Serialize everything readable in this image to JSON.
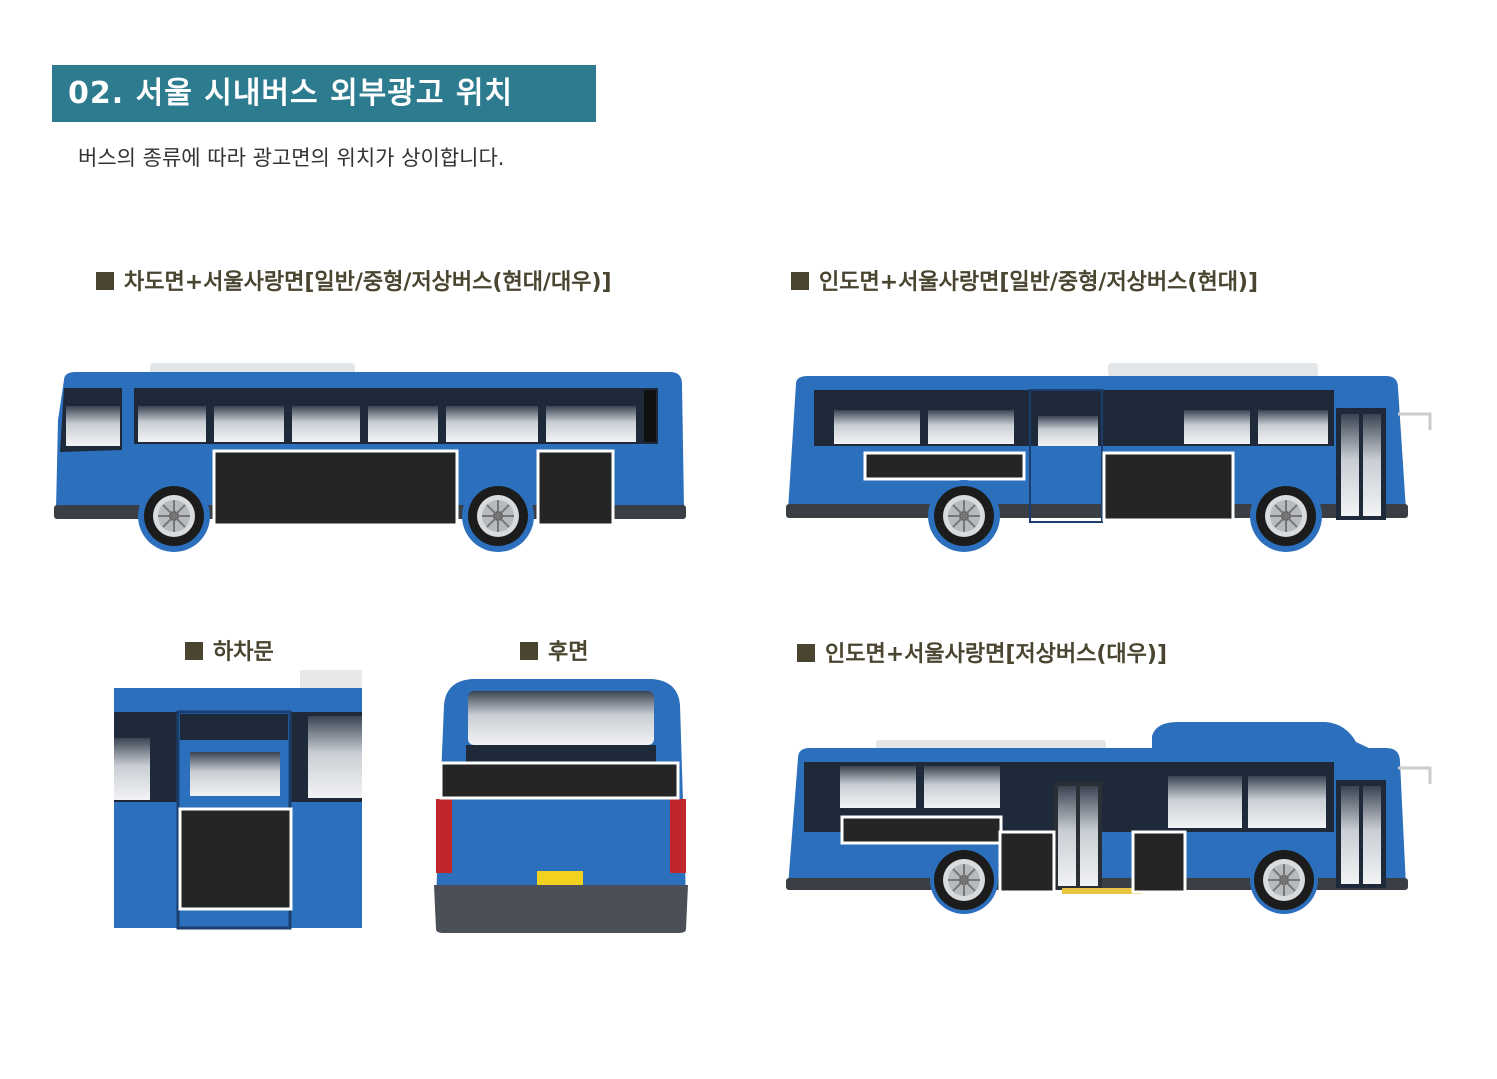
{
  "header": {
    "title": "02. 서울 시내버스 외부광고 위치",
    "subtitle": "버스의 종류에 따라 광고면의 위치가 상이합니다."
  },
  "sections": {
    "driver_side": {
      "label": "차도면+서울사랑면[일반/중형/저상버스(현대/대우)]"
    },
    "sidewalk_hyundai": {
      "label": "인도면+서울사랑면[일반/중형/저상버스(현대)]"
    },
    "exit_door": {
      "label": "하차문"
    },
    "rear": {
      "label": "후면"
    },
    "sidewalk_daewoo": {
      "label": "인도면+서울사랑면[저상버스(대우)]"
    }
  },
  "colors": {
    "title_bg": "#2d7b8f",
    "bus_body": "#2b6fbd",
    "ad_panel": "#252525",
    "ad_border": "#ffffff",
    "label_text": "#4a4530"
  }
}
